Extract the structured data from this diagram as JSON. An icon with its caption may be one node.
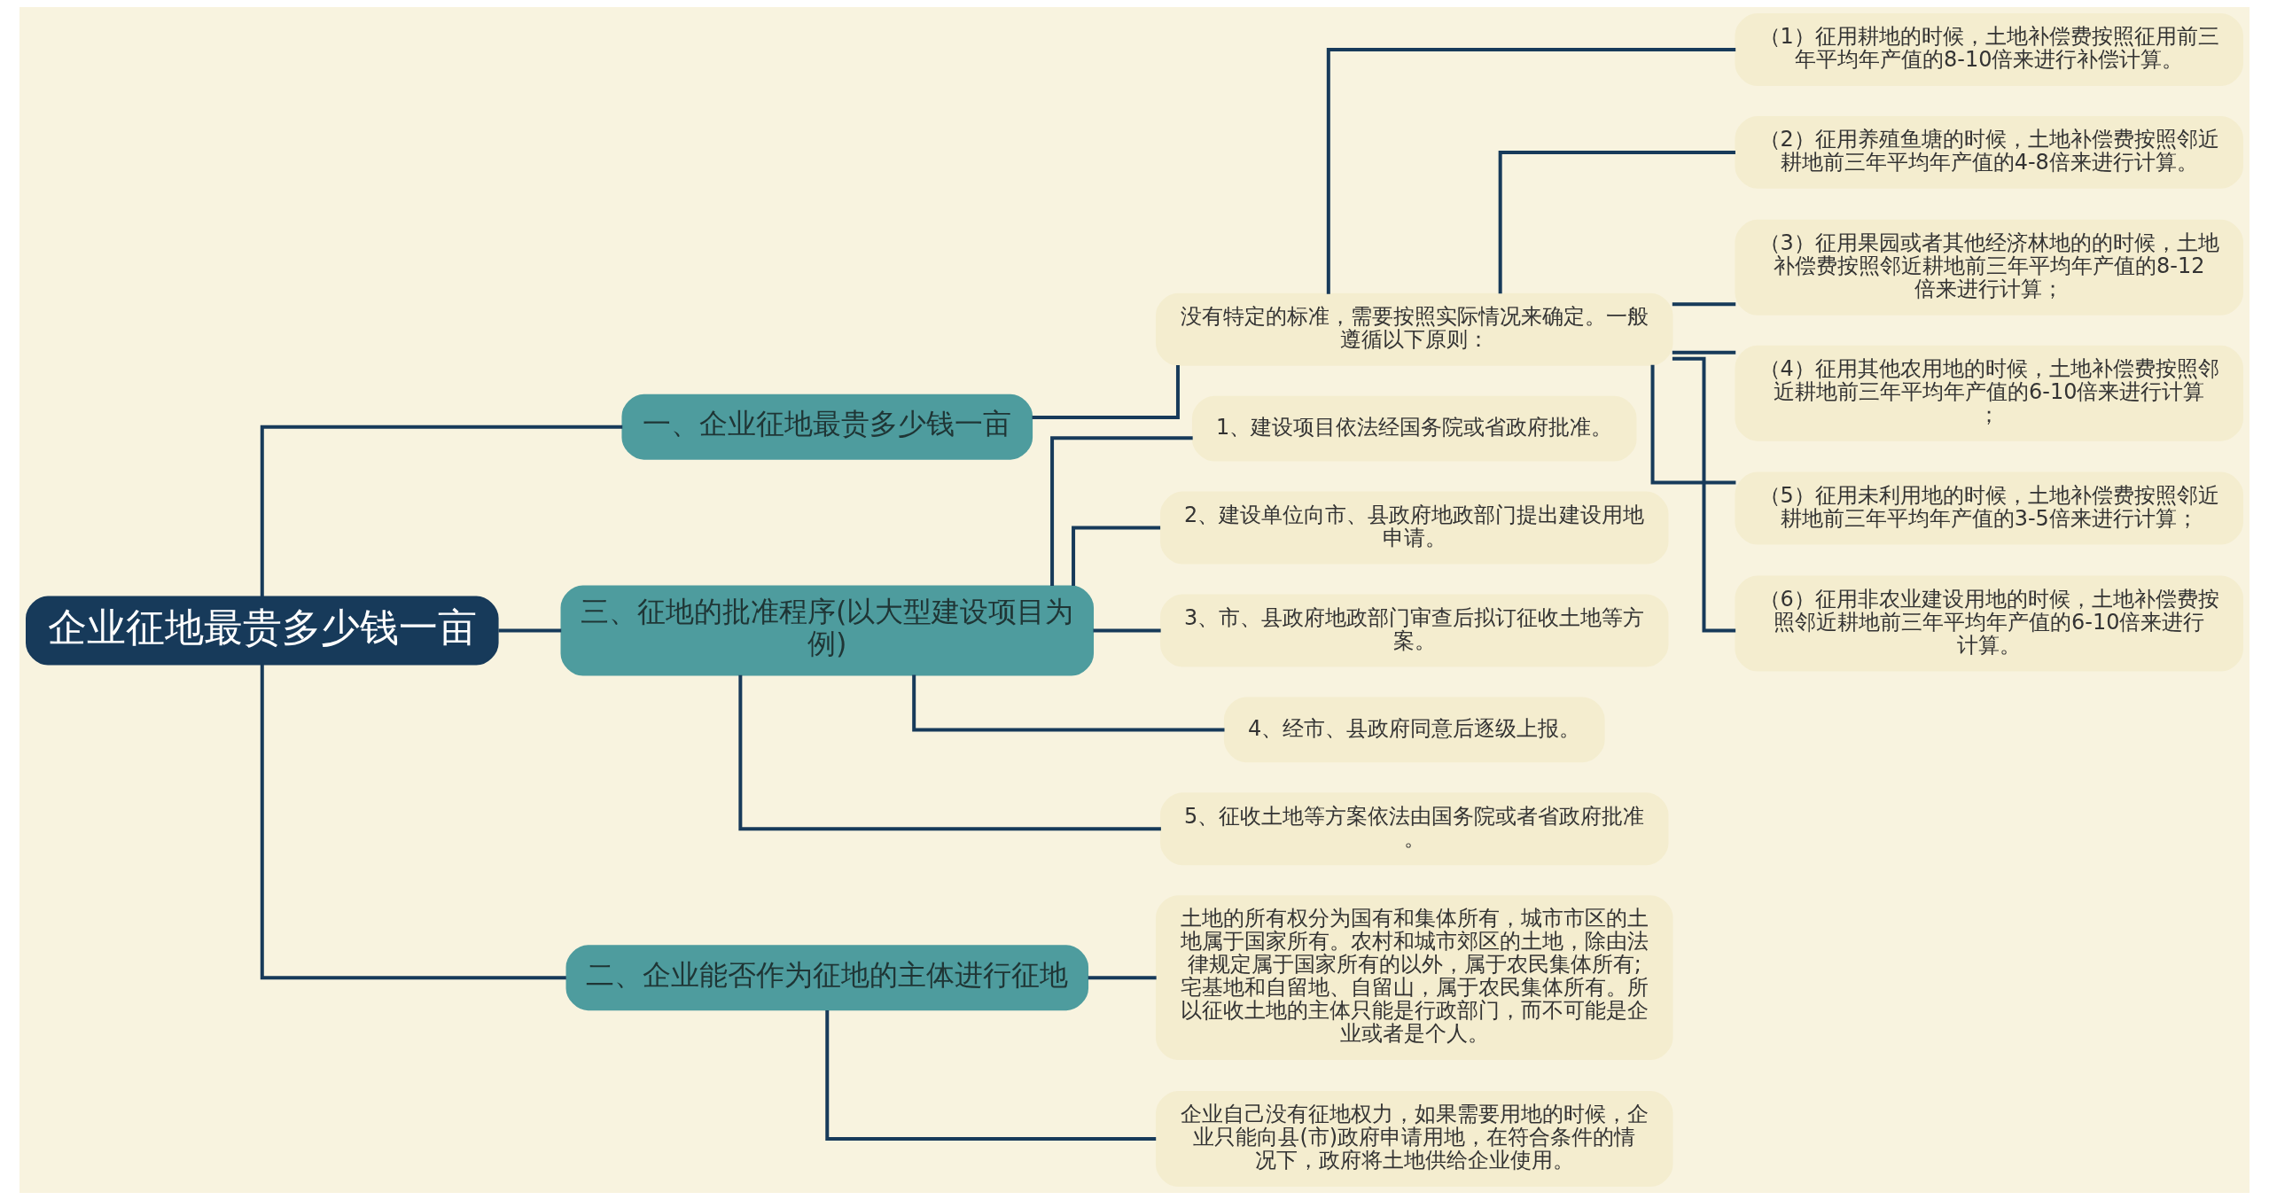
{
  "diagram": {
    "nodes": [
      {
        "text": [
          "企业征地最贵多少钱一亩"
        ]
      },
      {
        "text": [
          "一、企业征地最贵多少钱一亩"
        ]
      },
      {
        "text": [
          "没有特定的标准，需要按照实际情况来确定。一般遵循以下原则："
        ]
      },
      {
        "text": [
          "（1）征用耕地的时候，土地补偿费按照征用前三年平均年产值的8-10倍来进行补偿计算。"
        ]
      },
      {
        "text": [
          "（2）征用养殖鱼塘的时候，土地补偿费按照邻近耕地前三年平均年产值的4-8倍来进行计算。"
        ]
      },
      {
        "text": [
          "（3）征用果园或者其他经济林地的的时候，土地补偿费按照邻近耕地前三年平均年产值的8-12倍来进行计算；"
        ]
      },
      {
        "text": [
          "（4）征用其他农用地的时候，土地补偿费按照邻近耕地前三年平均年产值的6-10倍来进行计算；"
        ]
      },
      {
        "text": [
          "（5）征用未利用地的时候，土地补偿费按照邻近耕地前三年平均年产值的3-5倍来进行计算；"
        ]
      },
      {
        "text": [
          "（6）征用非农业建设用地的时候，土地补偿费按照邻近耕地前三年平均年产值的6-10倍来进行计算。"
        ]
      },
      {
        "text": [
          "三、征地的批准程序(以大型建设项目为例)"
        ]
      },
      {
        "text": [
          "1、建设项目依法经国务院或省政府批准。"
        ]
      },
      {
        "text": [
          "2、建设单位向市、县政府地政部门提出建设用地申请。"
        ]
      },
      {
        "text": [
          "3、市、县政府地政部门审查后拟订征收土地等方案。"
        ]
      },
      {
        "text": [
          "4、经市、县政府同意后逐级上报。"
        ]
      },
      {
        "text": [
          "5、征收土地等方案依法由国务院或者省政府批准。"
        ]
      },
      {
        "text": [
          "二、企业能否作为征地的主体进行征地"
        ]
      },
      {
        "text": [
          "土地的所有权分为国有和集体所有，城市市区的土地属于国家所有。农村和城市郊区的土地，除由法律规定属于国家所有的以外，属于农民集体所有;宅基地和自留地、自留山，属于农民集体所有。所以征收土地的主体只能是行政部门，而不可能是企业或者是个人。"
        ]
      },
      {
        "text": [
          "企业自己没有征地权力，如果需要用地的时候，企业只能向县(市)政府申请用地，在符合条件的情况下，政府将土地供给企业使用。"
        ]
      }
    ],
    "edges": [
      {
        "from": 0,
        "to": 1,
        "arrow": "none"
      },
      {
        "from": 1,
        "to": 2,
        "arrow": "none"
      },
      {
        "from": 2,
        "to": 3,
        "arrow": "none"
      },
      {
        "from": 2,
        "to": 4,
        "arrow": "none"
      },
      {
        "from": 2,
        "to": 5,
        "arrow": "none"
      },
      {
        "from": 2,
        "to": 6,
        "arrow": "none"
      },
      {
        "from": 2,
        "to": 7,
        "arrow": "none"
      },
      {
        "from": 2,
        "to": 8,
        "arrow": "none"
      },
      {
        "from": 0,
        "to": 9,
        "arrow": "none"
      },
      {
        "from": 9,
        "to": 10,
        "arrow": "none"
      },
      {
        "from": 9,
        "to": 11,
        "arrow": "none"
      },
      {
        "from": 9,
        "to": 12,
        "arrow": "none"
      },
      {
        "from": 9,
        "to": 13,
        "arrow": "none"
      },
      {
        "from": 9,
        "to": 14,
        "arrow": "none"
      },
      {
        "from": 0,
        "to": 15,
        "arrow": "none"
      },
      {
        "from": 15,
        "to": 16,
        "arrow": "none"
      },
      {
        "from": 15,
        "to": 17,
        "arrow": "none"
      }
    ]
  }
}
